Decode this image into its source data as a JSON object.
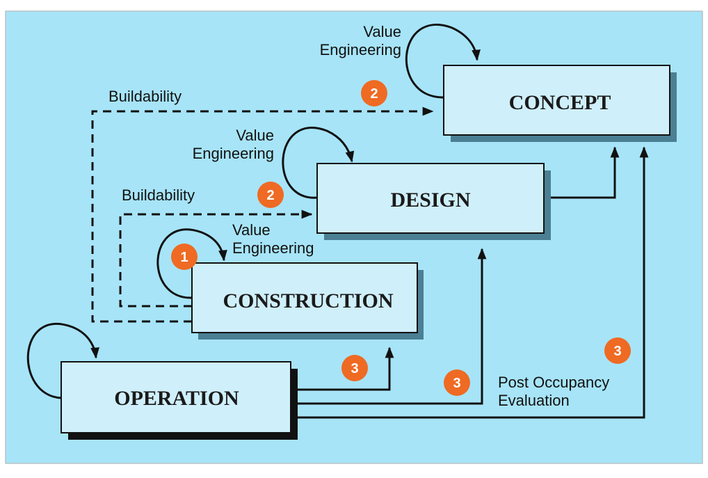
{
  "colors": {
    "panel_bg": "#a7e4f8",
    "panel_border": "#b9c4c9",
    "box_fill": "#cfeffb",
    "box_shadow": "#4b7f93",
    "line": "#111111",
    "badge": "#ef6a23"
  },
  "boxes": {
    "concept": "CONCEPT",
    "design": "DESIGN",
    "construction": "CONSTRUCTION",
    "operation": "OPERATION"
  },
  "labels": {
    "value_engineering_line1": "Value",
    "value_engineering_line2": "Engineering",
    "buildability": "Buildability",
    "post_occupancy_line1": "Post Occupancy",
    "post_occupancy_line2": "Evaluation"
  },
  "badges": {
    "construction_loop": "1",
    "concept_buildability": "2",
    "design_buildability": "2",
    "operation_to_construction": "3",
    "operation_to_design": "3",
    "operation_to_concept": "3"
  }
}
